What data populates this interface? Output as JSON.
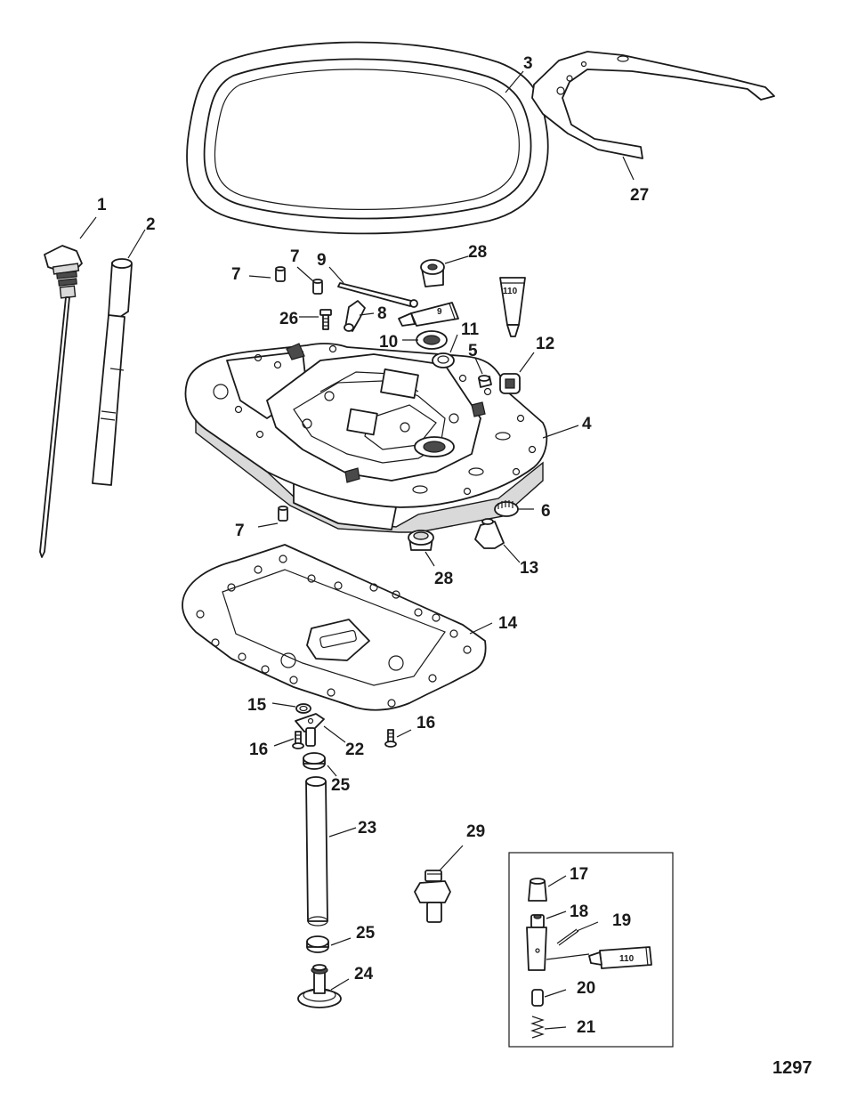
{
  "callouts": {
    "c1": "1",
    "c2": "2",
    "c3": "3",
    "c4": "4",
    "c5": "5",
    "c6": "6",
    "c7a": "7",
    "c7b": "7",
    "c7c": "7",
    "c8": "8",
    "c9": "9",
    "c10": "10",
    "c11": "11",
    "c12": "12",
    "c13": "13",
    "c14": "14",
    "c15": "15",
    "c16a": "16",
    "c16b": "16",
    "c17": "17",
    "c18": "18",
    "c19": "19",
    "c20": "20",
    "c21": "21",
    "c22": "22",
    "c23": "23",
    "c24": "24",
    "c25a": "25",
    "c25b": "25",
    "c26": "26",
    "c27": "27",
    "c28a": "28",
    "c28b": "28",
    "c29": "29"
  },
  "tube_labels": {
    "tube_9": "9",
    "tube_110_upper": "110",
    "tube_110_inset": "110"
  },
  "figure_number": "1297"
}
